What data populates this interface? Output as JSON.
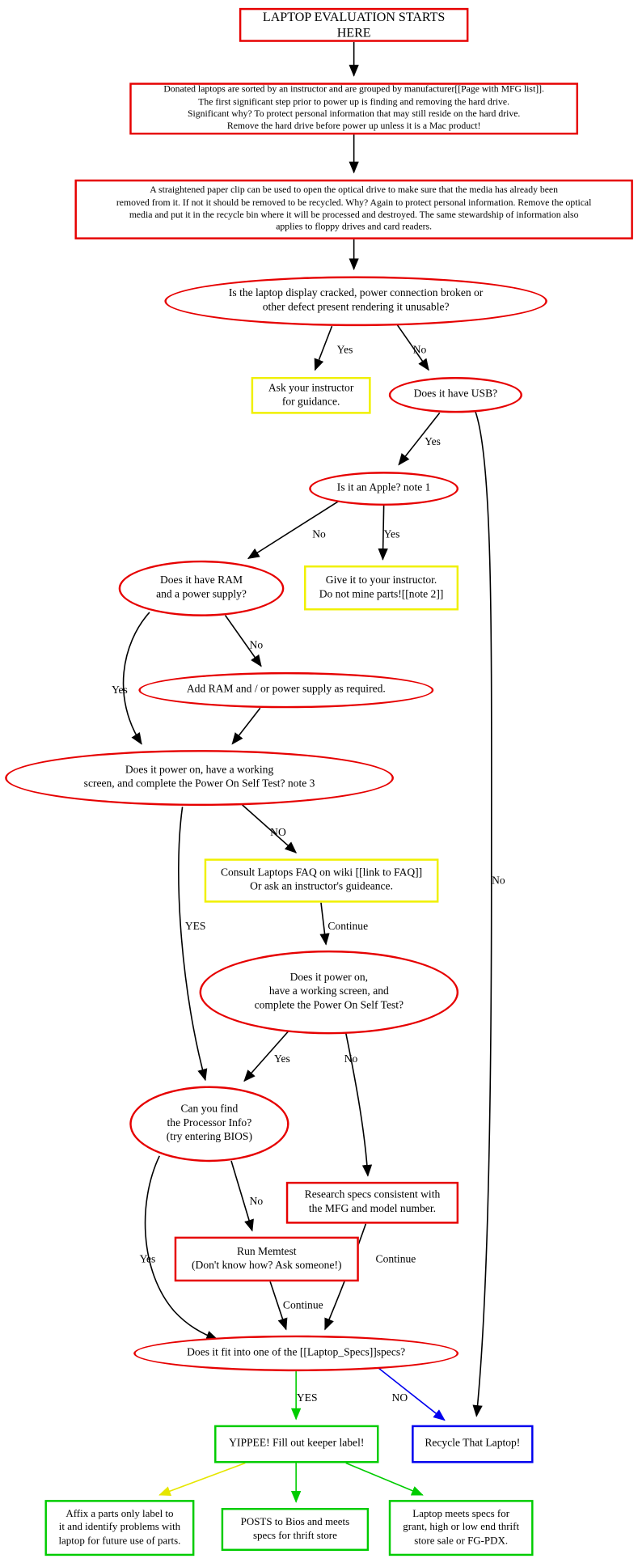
{
  "diagram": {
    "title": "Laptop Evaluation Flowchart",
    "colors": {
      "node_red": "#e60000",
      "node_yellow": "#f0f000",
      "node_green": "#00cc00",
      "node_blue": "#0000ee",
      "edge_black": "#000000",
      "edge_green": "#00cc00",
      "edge_blue": "#0000ee",
      "edge_yellow": "#e6e600"
    },
    "nodes": {
      "start": "LAPTOP EVALUATION STARTS HERE",
      "sorting": "Donated laptops are sorted by an instructor and are grouped by manufacturer[[Page with MFG list]].\nThe first significant step prior to power up is finding and removing the hard drive.\nSignificant why? To protect personal information that may still reside on the hard drive.\nRemove the hard drive before power up unless it is a Mac product!",
      "optical": "A straightened paper clip can be used to open the optical drive to make sure  that the media has already been\nremoved from it. If not it should be removed to be recycled. Why? Again to protect personal information. Remove the optical\nmedia and put it in the recycle bin where it will be processed and destroyed. The same stewardship of information also\napplies to floppy drives and card readers.",
      "cracked": "Is the laptop display cracked, power connection broken or\nother defect present rendering it unusable?",
      "ask_instructor": "Ask your instructor\nfor guidance.",
      "has_usb": "Does it have USB?",
      "is_apple": "Is it an Apple? note 1",
      "has_ram": "Does it have RAM\nand a power supply?",
      "give_instructor": "Give it to your instructor.\nDo not mine parts![[note 2]]",
      "add_ram": "Add RAM and / or power supply as required.",
      "power_on_1": "Does it power on, have a working\nscreen, and complete the Power On Self Test? note 3",
      "consult_faq": "Consult Laptops FAQ on wiki [[link to FAQ]]\nOr ask an instructor's guideance.",
      "power_on_2": "Does it power on,\nhave a working screen, and\ncomplete the Power On Self Test?",
      "processor_info": "Can you find\nthe Processor Info?\n(try entering BIOS)",
      "research_specs": "Research specs consistent with\nthe MFG and model number.",
      "run_memtest": "Run Memtest\n(Don't know how?  Ask someone!)",
      "fits_specs": "Does it fit into one of the [[Laptop_Specs]]specs?",
      "keeper": "YIPPEE! Fill out keeper label!",
      "recycle": "Recycle That Laptop!",
      "parts_only": "Affix a parts only label to\nit and identify problems with\nlaptop for future use of parts.",
      "posts_bios": "POSTS to Bios and meets\nspecs for thrift store",
      "meets_specs": "Laptop meets specs for\ngrant, high or low end thrift\nstore sale or FG-PDX."
    },
    "edge_labels": {
      "cracked_yes": "Yes",
      "cracked_no": "No",
      "usb_yes": "Yes",
      "usb_no": "No",
      "apple_no": "No",
      "apple_yes": "Yes",
      "ram_no": "No",
      "ram_yes": "Yes",
      "power1_no": "NO",
      "power1_yes": "YES",
      "faq_continue": "Continue",
      "power2_yes": "Yes",
      "power2_no": "No",
      "proc_no": "No",
      "proc_yes": "Yes",
      "memtest_continue": "Continue",
      "research_continue": "Continue",
      "fit_yes": "YES",
      "fit_no": "NO"
    }
  }
}
